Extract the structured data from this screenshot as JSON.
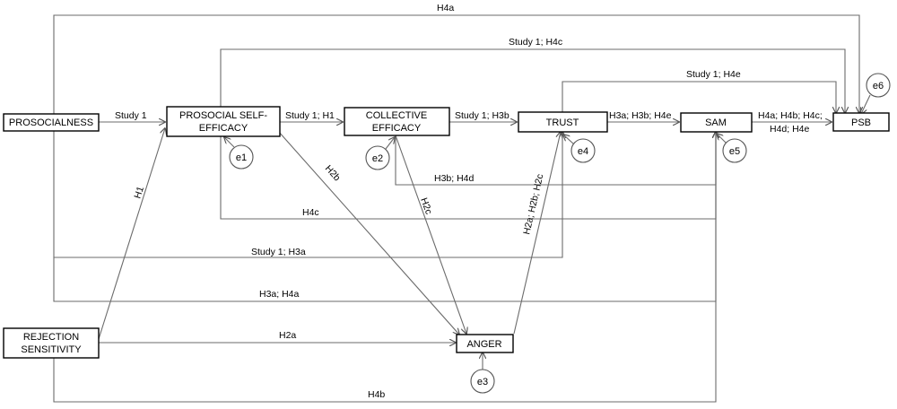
{
  "nodes": {
    "prosocialness": {
      "lines": [
        "PROSOCIALNESS"
      ]
    },
    "prosocial_self_efficacy": {
      "lines": [
        "PROSOCIAL SELF-",
        "EFFICACY"
      ]
    },
    "collective_efficacy": {
      "lines": [
        "COLLECTIVE",
        "EFFICACY"
      ]
    },
    "trust": {
      "lines": [
        "TRUST"
      ]
    },
    "sam": {
      "lines": [
        "SAM"
      ]
    },
    "psb": {
      "lines": [
        "PSB"
      ]
    },
    "rejection_sensitivity": {
      "lines": [
        "REJECTION",
        "SENSITIVITY"
      ]
    },
    "anger": {
      "lines": [
        "ANGER"
      ]
    }
  },
  "errors": {
    "e1": "e1",
    "e2": "e2",
    "e3": "e3",
    "e4": "e4",
    "e5": "e5",
    "e6": "e6"
  },
  "edges": {
    "pro_to_pse": "Study 1",
    "pse_to_ce": "Study 1; H1",
    "ce_to_trust": "Study 1; H3b",
    "trust_to_sam": "H3a; H3b; H4e",
    "sam_to_psb_1": "H4a; H4b; H4c;",
    "sam_to_psb_2": "H4d; H4e",
    "pro_to_psb_top": "H4a",
    "pse_to_psb": "Study 1; H4c",
    "trust_to_psb": "Study 1; H4e",
    "ce_to_sam": "H3b; H4d",
    "pse_to_sam": "H4c",
    "pro_to_trust": "Study 1; H3a",
    "pro_to_sam": "H3a; H4a",
    "rs_to_anger": "H2a",
    "rs_to_sam": "H4b",
    "rs_to_pse": "H1",
    "pse_to_anger": "H2b",
    "ce_to_anger": "H2c",
    "anger_to_trust": "H2a; H2b; H2c"
  }
}
